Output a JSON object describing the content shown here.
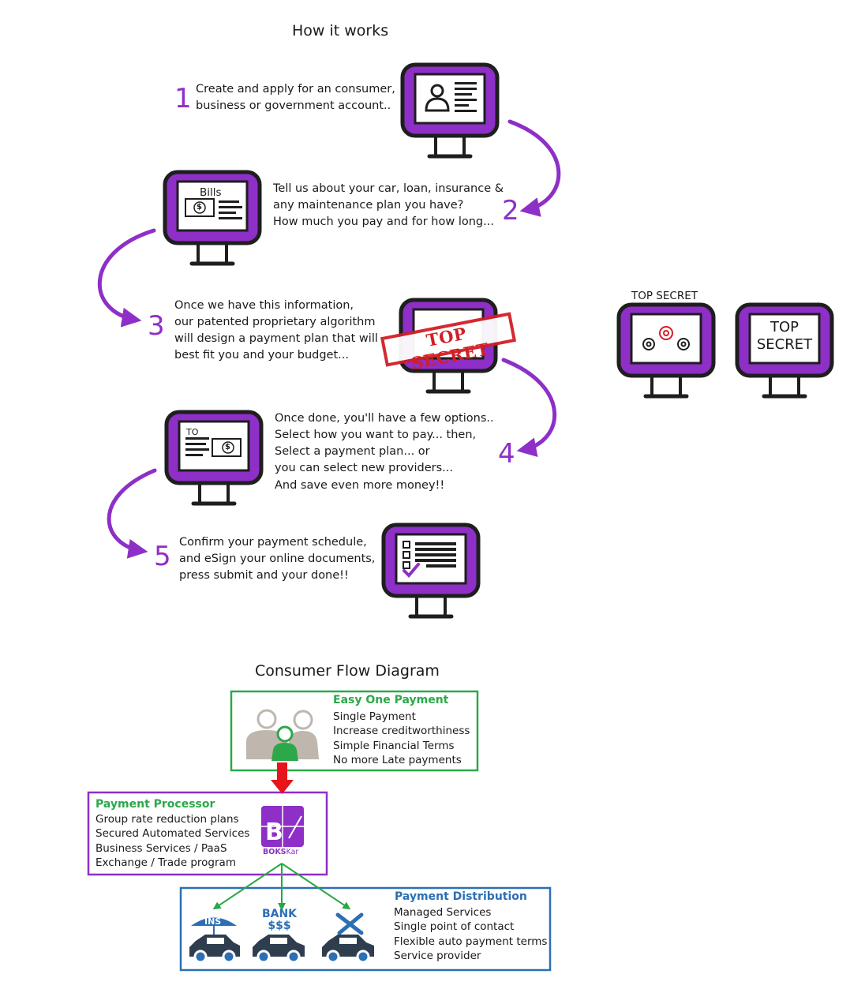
{
  "how_it_works": {
    "title": "How it works",
    "steps": [
      {
        "number": "1",
        "lines": [
          "Create and apply for an consumer,",
          "business or government account.."
        ]
      },
      {
        "number": "2",
        "lines": [
          "Tell us about your car, loan, insurance &",
          "any maintenance plan you have?",
          "How much you pay and for how long..."
        ]
      },
      {
        "number": "3",
        "lines": [
          "Once we have this information,",
          "our patented proprietary algorithm",
          "will design a payment plan that will",
          "best fit you and your budget..."
        ]
      },
      {
        "number": "4",
        "lines": [
          "Once done, you'll have a few options..",
          "Select how you want to pay... then,",
          "Select a payment plan... or",
          "you can select new providers...",
          "And save even more money!!"
        ]
      },
      {
        "number": "5",
        "lines": [
          "Confirm your payment schedule,",
          "and eSign your online documents,",
          "press submit and your done!!"
        ]
      }
    ],
    "screen_labels": {
      "bills": "Bills",
      "bills_dollar": "$",
      "to": "TO",
      "to_dollar": "$",
      "stamp": "TOP SECRET",
      "side_caption": "TOP SECRET",
      "side_screen_line1": "TOP",
      "side_screen_line2": "SECRET"
    }
  },
  "consumer_flow": {
    "title": "Consumer Flow Diagram",
    "easy_one_payment": {
      "title": "Easy One Payment",
      "lines": [
        "Single Payment",
        "Increase creditworthiness",
        "Simple Financial Terms",
        "No more Late payments"
      ]
    },
    "payment_processor": {
      "title": "Payment Processor",
      "lines": [
        "Group rate reduction plans",
        "Secured Automated Services",
        "Business Services / PaaS",
        "Exchange / Trade program"
      ],
      "logo_letter": "B",
      "logo_wordmark_bold": "BOKS",
      "logo_wordmark_light": "Kar"
    },
    "payment_distribution": {
      "title": "Payment Distribution",
      "lines": [
        "Managed Services",
        "Single point of contact",
        "Flexible auto payment terms",
        "Service provider"
      ],
      "icons": [
        {
          "name": "insurance",
          "label": "INS"
        },
        {
          "name": "bank",
          "label": "BANK",
          "sub": "$$$"
        },
        {
          "name": "maintenance",
          "label": ""
        }
      ]
    }
  },
  "colors": {
    "purple": "#8e2fc7",
    "monitor_frame": "#1e1e1e",
    "green": "#2ca84a",
    "flow_green": "#27a844",
    "flow_blue": "#2c6fb5",
    "stamp_red": "#d11f26",
    "arrow_red": "#e8141b",
    "people_gray": "#bfb6ad"
  }
}
